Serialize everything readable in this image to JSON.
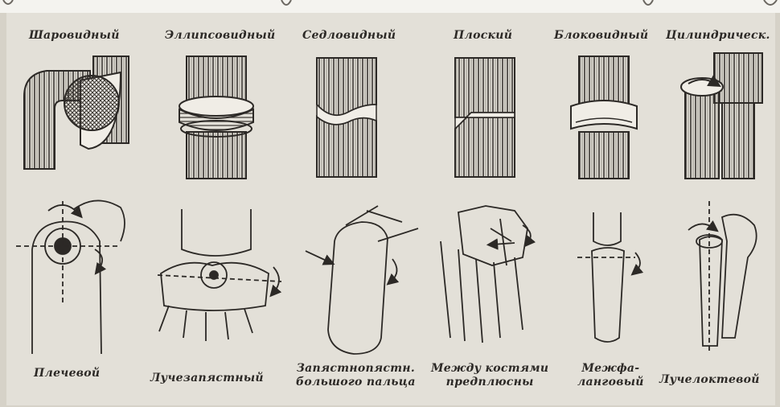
{
  "joint_types": [
    {
      "label": "Шаровидный",
      "example": "Плечевой"
    },
    {
      "label": "Эллипсовидный",
      "example": "Лучезапястный"
    },
    {
      "label": "Седловидный",
      "example": [
        "Запястнопястн.",
        "большого пальца"
      ]
    },
    {
      "label": "Плоский",
      "example": [
        "Между костями",
        "предплюсны"
      ]
    },
    {
      "label": "Блоковидный",
      "example": [
        "Межфа-",
        "ланговый"
      ]
    },
    {
      "label": "Цилиндрическ.",
      "example": "Лучелоктевой"
    }
  ],
  "colors": {
    "paper": "#e3e0d8",
    "ink": "#2c2926",
    "shade": "#8a857c"
  }
}
